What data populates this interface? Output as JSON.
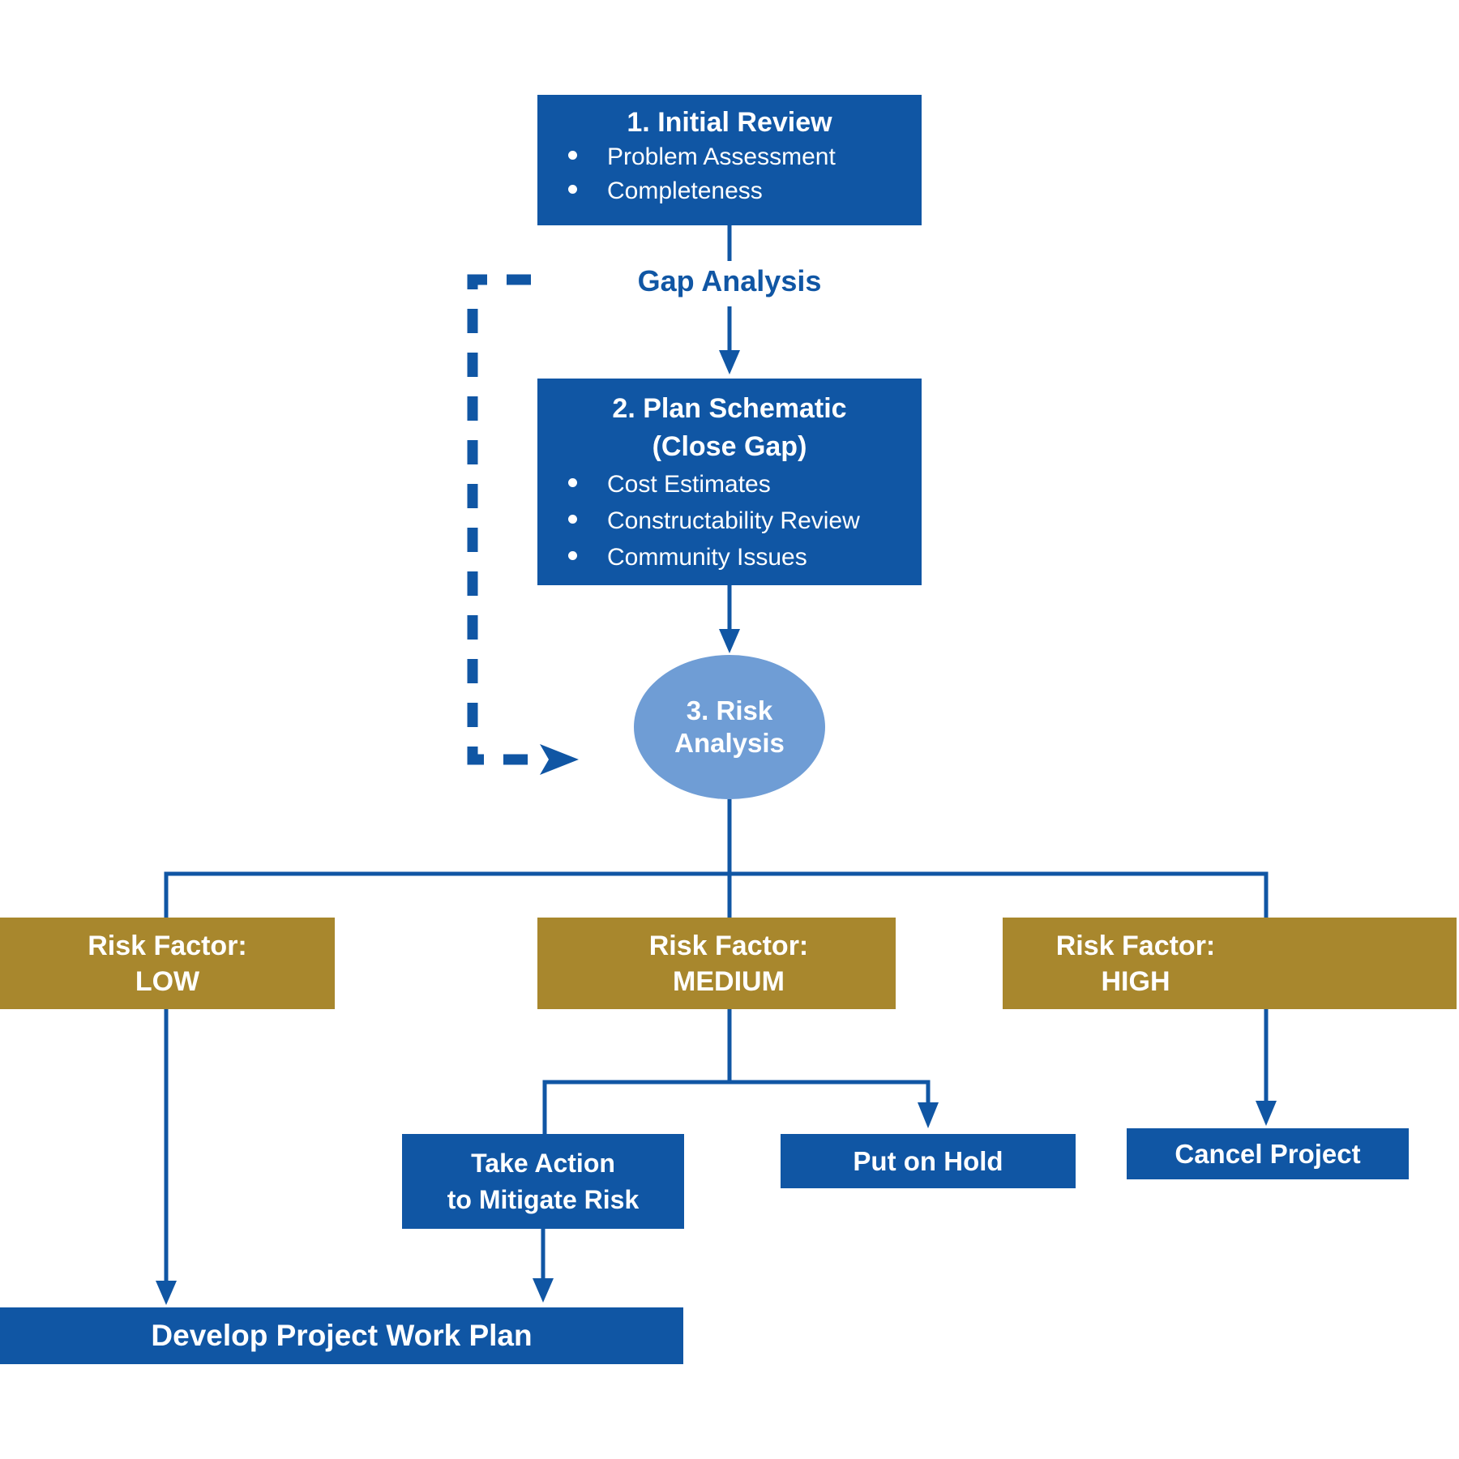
{
  "palette": {
    "box_blue": "#1056A4",
    "circle_blue": "#6F9DD5",
    "gold": "#A8872D",
    "text_on_fill": "#FFFFFF"
  },
  "nodes": {
    "initial_review": {
      "title": "1. Initial Review",
      "bullets": [
        "Problem Assessment",
        "Completeness"
      ]
    },
    "gap_analysis_label": "Gap Analysis",
    "plan_schematic": {
      "title_line1": "2. Plan Schematic",
      "title_line2": "(Close Gap)",
      "bullets": [
        "Cost Estimates",
        "Constructability Review",
        "Community Issues"
      ]
    },
    "risk_analysis": {
      "line1": "3. Risk",
      "line2": "Analysis"
    },
    "risk_low": {
      "line1": "Risk Factor:",
      "line2": "LOW"
    },
    "risk_medium": {
      "line1": "Risk Factor:",
      "line2": "MEDIUM"
    },
    "risk_high": {
      "line1": "Risk Factor:",
      "line2": "HIGH"
    },
    "take_action": {
      "line1": "Take Action",
      "line2": "to Mitigate Risk"
    },
    "put_on_hold": {
      "label": "Put on Hold"
    },
    "cancel_project": {
      "label": "Cancel Project"
    },
    "develop_plan": {
      "label": "Develop Project Work Plan"
    }
  }
}
